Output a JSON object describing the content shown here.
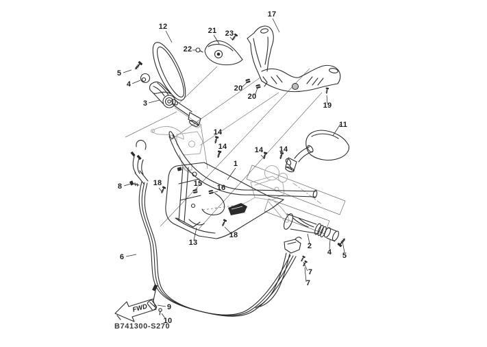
{
  "diagram": {
    "drawing_number": "B741300-S270",
    "fwd_label": "FWD",
    "type": "exploded-parts-diagram",
    "subject": "steering-handle-assembly"
  },
  "colors": {
    "background": "#ffffff",
    "line": "#2b2b2b",
    "ghost_line": "#a9a9a9",
    "label": "#1e1e1e"
  },
  "callouts": [
    {
      "label": "1"
    },
    {
      "label": "2"
    },
    {
      "label": "3"
    },
    {
      "label": "4"
    },
    {
      "label": "4"
    },
    {
      "label": "5"
    },
    {
      "label": "5"
    },
    {
      "label": "6"
    },
    {
      "label": "7"
    },
    {
      "label": "7"
    },
    {
      "label": "8"
    },
    {
      "label": "9"
    },
    {
      "label": "10"
    },
    {
      "label": "11"
    },
    {
      "label": "12"
    },
    {
      "label": "13"
    },
    {
      "label": "14"
    },
    {
      "label": "14"
    },
    {
      "label": "14"
    },
    {
      "label": "14"
    },
    {
      "label": "15"
    },
    {
      "label": "16"
    },
    {
      "label": "17"
    },
    {
      "label": "18"
    },
    {
      "label": "18"
    },
    {
      "label": "19"
    },
    {
      "label": "20"
    },
    {
      "label": "20"
    },
    {
      "label": "21"
    },
    {
      "label": "22"
    },
    {
      "label": "23"
    }
  ]
}
